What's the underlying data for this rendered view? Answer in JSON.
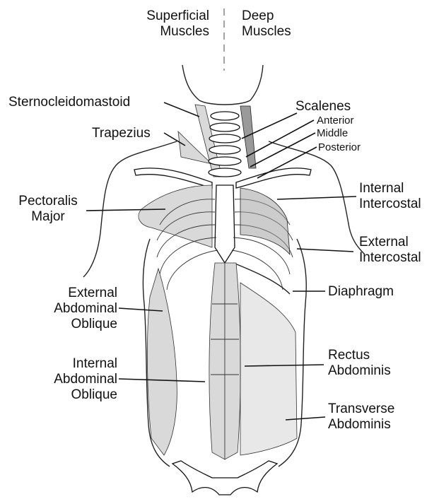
{
  "header": {
    "left": [
      "Superficial",
      "Muscles"
    ],
    "right": [
      "Deep",
      "Muscles"
    ]
  },
  "labels": {
    "sternocleidomastoid": "Sternocleidomastoid",
    "trapezius": "Trapezius",
    "pectoralis_major": [
      "Pectoralis",
      "Major"
    ],
    "external_abdominal_oblique": [
      "External",
      "Abdominal",
      "Oblique"
    ],
    "internal_abdominal_oblique": [
      "Internal",
      "Abdominal",
      "Oblique"
    ],
    "scalenes": "Scalenes",
    "scalenes_parts": [
      "Anterior",
      "Middle",
      "Posterior"
    ],
    "internal_intercostal": [
      "Internal",
      "Intercostal"
    ],
    "external_intercostal": [
      "External",
      "Intercostal"
    ],
    "diaphragm": "Diaphragm",
    "rectus_abdominis": [
      "Rectus",
      "Abdominis"
    ],
    "transverse_abdominis": [
      "Transverse",
      "Abdominis"
    ]
  }
}
